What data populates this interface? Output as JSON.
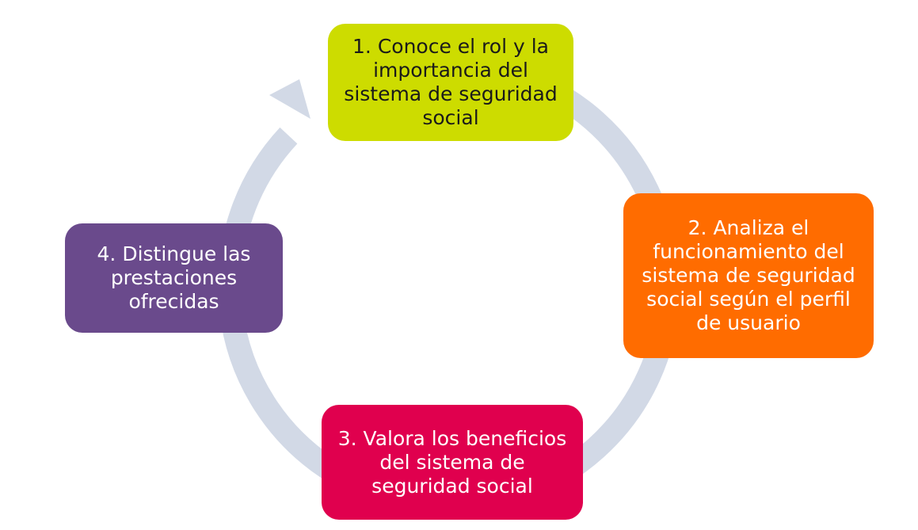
{
  "colors": {
    "ring": "#d2d9e6",
    "step1": "#cddc00",
    "step2": "#ff6c00",
    "step3": "#e0004e",
    "step4": "#6a4a8c"
  },
  "steps": [
    {
      "label": "1. Conoce el rol y la importancia del sistema de seguridad social"
    },
    {
      "label": "2. Analiza el funcionamiento del sistema de seguridad social según el perfil de usuario"
    },
    {
      "label": "3. Valora los beneficios del sistema de seguridad social"
    },
    {
      "label": "4. Distingue las prestaciones ofrecidas"
    }
  ]
}
